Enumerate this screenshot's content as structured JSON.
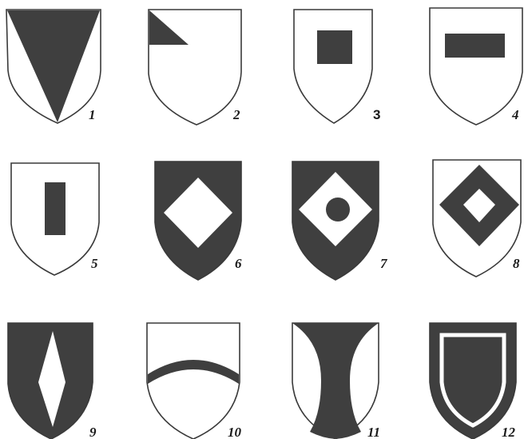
{
  "figure": {
    "shields": [
      {
        "number": "1"
      },
      {
        "number": "2"
      },
      {
        "number": "3"
      },
      {
        "number": "4"
      },
      {
        "number": "5"
      },
      {
        "number": "6"
      },
      {
        "number": "7"
      },
      {
        "number": "8"
      },
      {
        "number": "9"
      },
      {
        "number": "10"
      },
      {
        "number": "11"
      },
      {
        "number": "12"
      }
    ]
  }
}
